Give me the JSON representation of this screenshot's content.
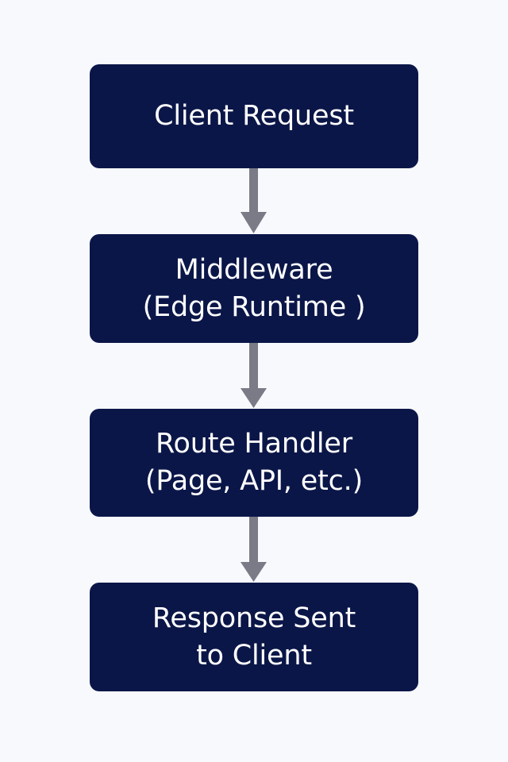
{
  "colors": {
    "background": "#f7f9fd",
    "node_fill": "#0b1648",
    "node_text": "#ffffff",
    "arrow": "#7b7b87"
  },
  "flow": {
    "nodes": [
      {
        "label": "Client Request"
      },
      {
        "label": "Middleware\n(Edge Runtime )"
      },
      {
        "label": "Route Handler\n(Page, API, etc.)"
      },
      {
        "label": "Response Sent\n  to Client"
      }
    ]
  }
}
